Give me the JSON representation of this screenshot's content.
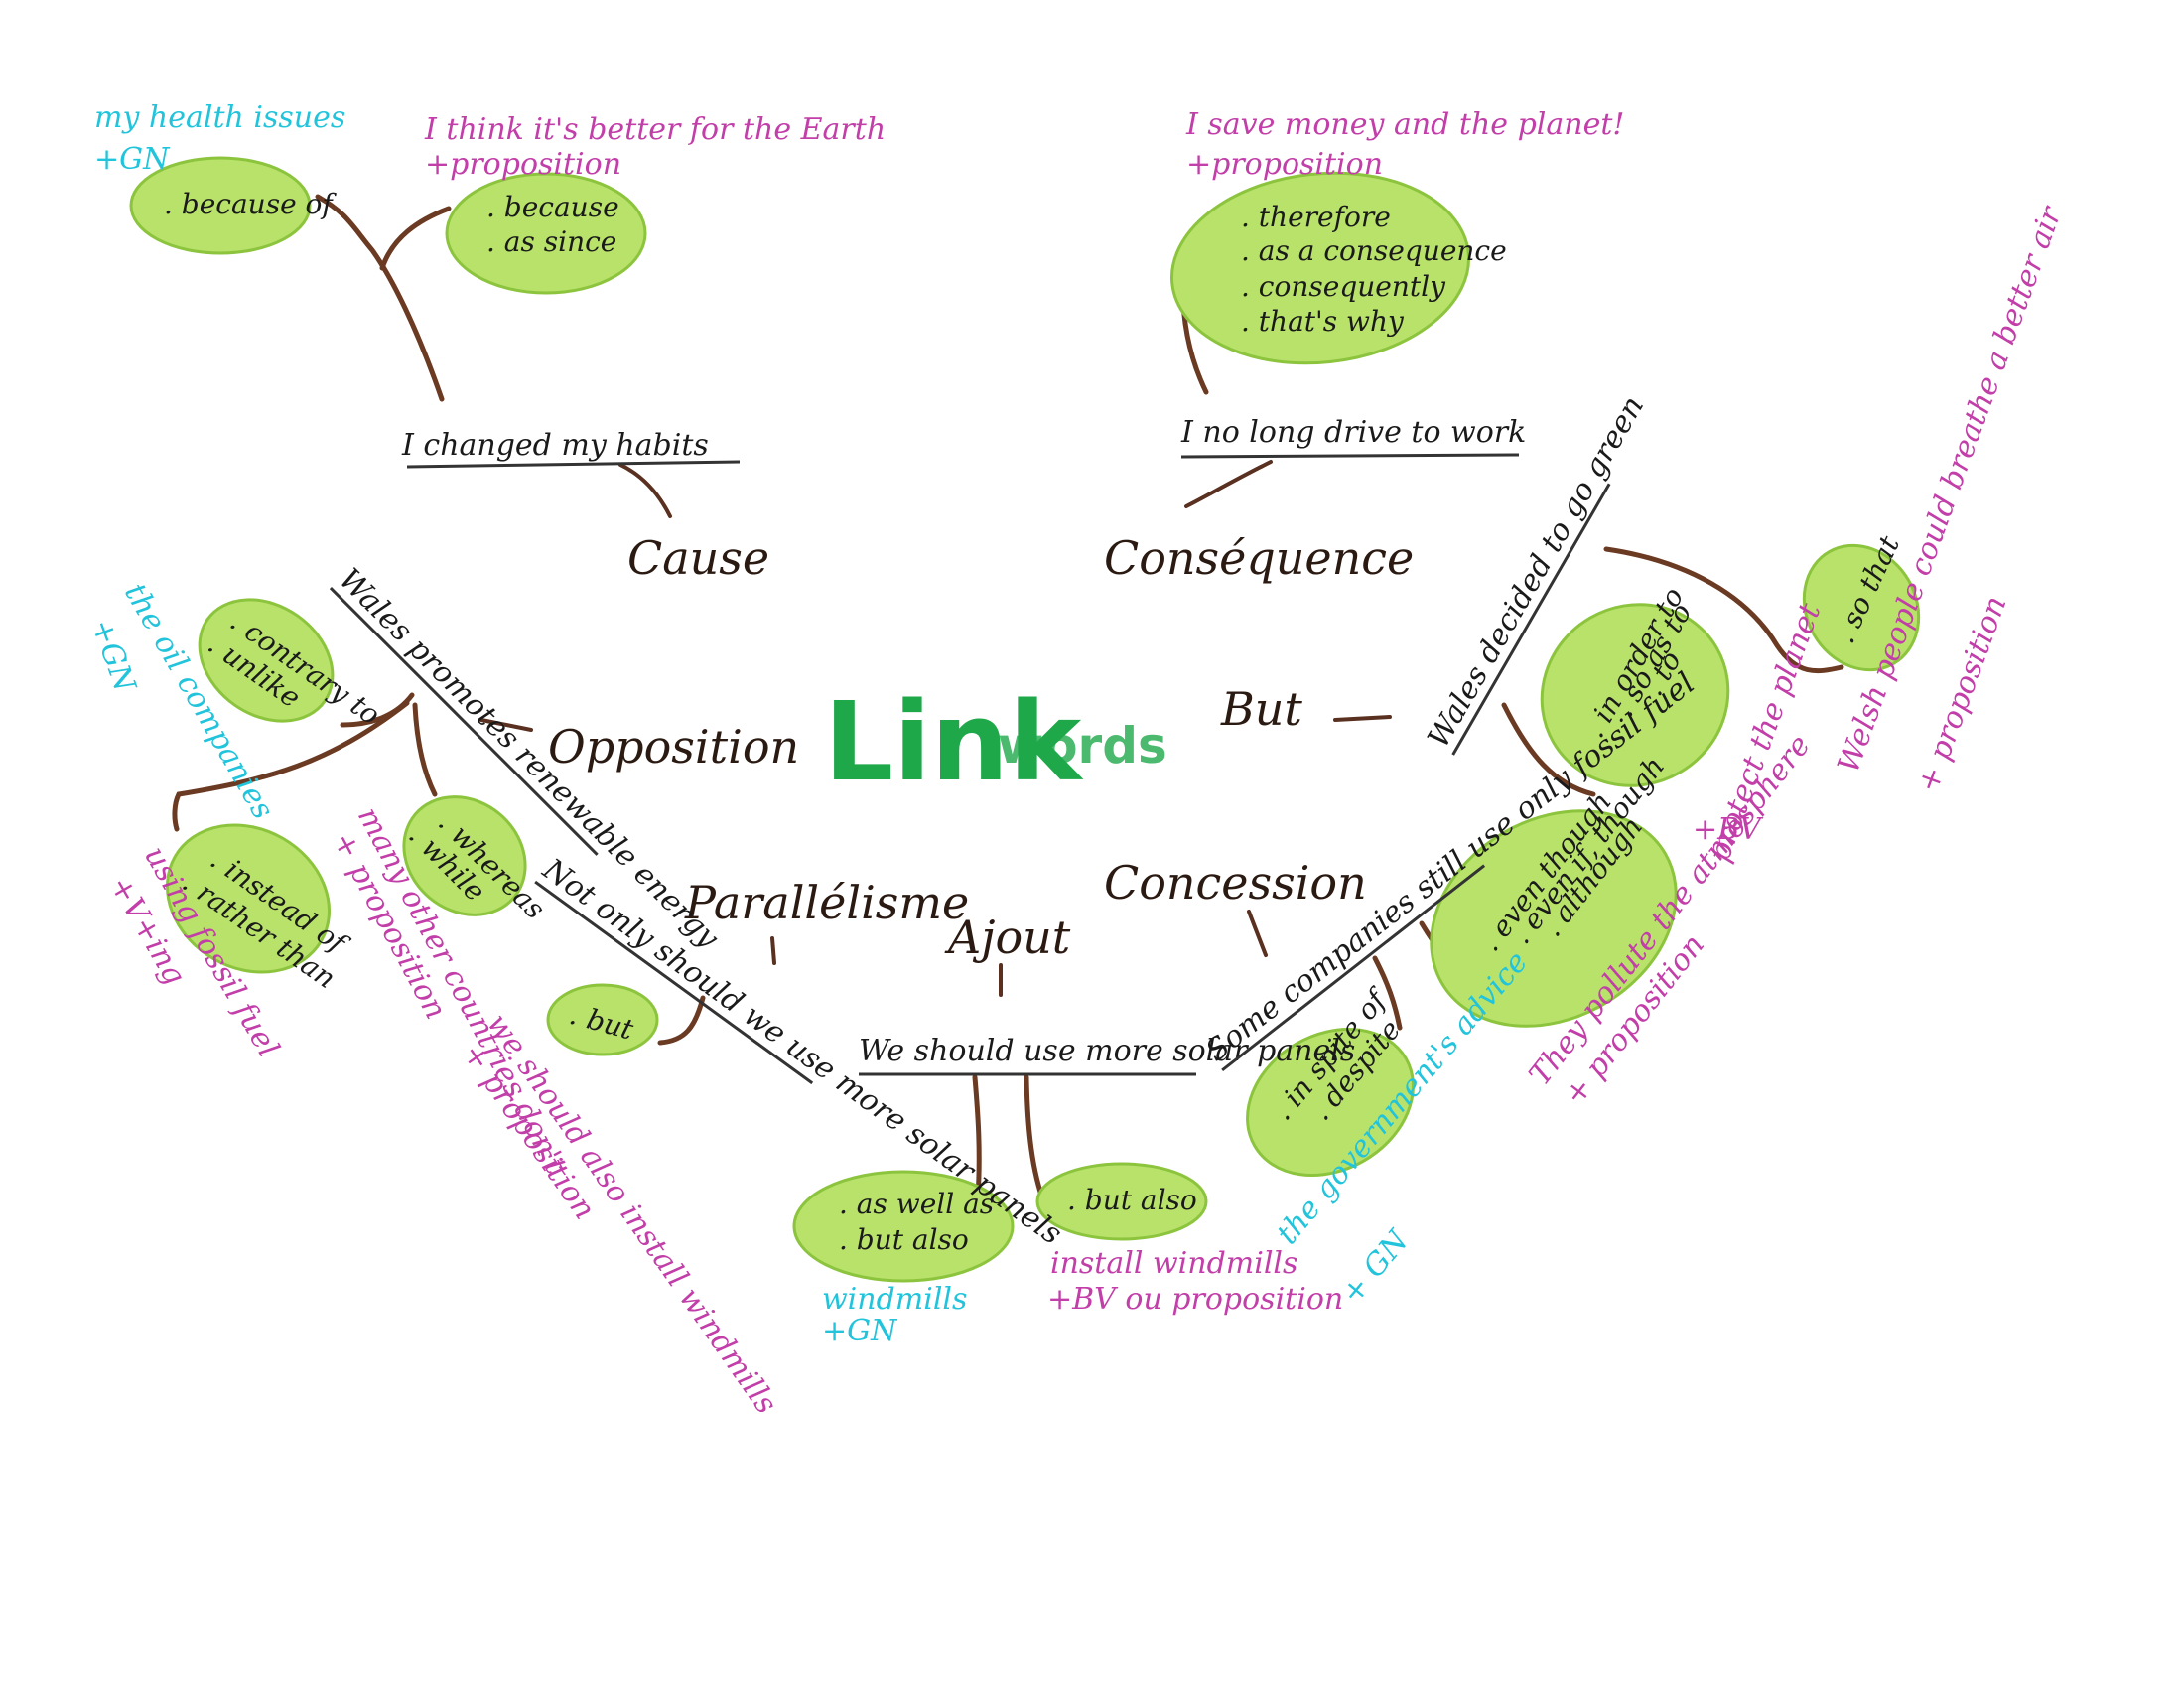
{
  "title": {
    "main": "Link",
    "sub": "words"
  },
  "colors": {
    "green_title": "#1fa84a",
    "leaf": "#b8e26a",
    "branch": "#6b3a22",
    "cyan": "#22c4dc",
    "magenta": "#c23ea8",
    "ink": "#1a1a1a"
  },
  "categories": {
    "cause": "Cause",
    "consequence": "Conséquence",
    "opposition": "Opposition",
    "but": "But",
    "parallelisme": "Parallélisme",
    "ajout": "Ajout",
    "concession": "Concession"
  },
  "sentences": {
    "cause": "I changed my habits",
    "consequence": "I no long drive to work",
    "opposition": "Wales promotes renewable energy",
    "but": "Wales decided to go green",
    "parallelisme": "Not only should we use more solar panels",
    "ajout": "We should use more solar panels",
    "concession": "Some companies still use only fossil fuel"
  },
  "leaves": {
    "cause_gn": {
      "items": [
        ". because of"
      ],
      "note": "my health issues",
      "tag": "+GN"
    },
    "cause_prop": {
      "items": [
        ". because",
        ". as since"
      ],
      "note": "I think it's better for the Earth",
      "tag": "+proposition"
    },
    "consequence": {
      "items": [
        ". therefore",
        ". as a consequence",
        ". consequently",
        ". that's why"
      ],
      "note": "I save money and the planet!",
      "tag": "+proposition"
    },
    "opp_contrary": {
      "items": [
        ". contrary to",
        ". unlike"
      ],
      "note": "the oil companies",
      "tag": "+GN"
    },
    "opp_instead": {
      "items": [
        ". instead of",
        ". rather than"
      ],
      "note": "using fossil fuel",
      "tag": "+V+ing"
    },
    "opp_whereas": {
      "items": [
        ". whereas",
        ". while"
      ],
      "note": "many other countries don't",
      "tag": "+ proposition"
    },
    "but_inorder": {
      "items": [
        ". in order to",
        ". so as to",
        ". to"
      ],
      "note": "protect the planet",
      "tag": "+BV"
    },
    "but_sothat": {
      "items": [
        ". so that"
      ],
      "note": "Welsh people could breathe a better air",
      "tag": "+ proposition"
    },
    "par_but": {
      "items": [
        ". but"
      ],
      "note": "we should also install windmills",
      "tag": "+ proposition"
    },
    "ajout_aswell": {
      "items": [
        ". as well as",
        ". but also"
      ],
      "note": "windmills",
      "tag": "+GN"
    },
    "ajout_butalso": {
      "items": [
        ". but also"
      ],
      "note": "install windmills",
      "tag": "+BV ou proposition"
    },
    "conc_inspite": {
      "items": [
        ". in spite of",
        ". despite"
      ],
      "note": "the government's advice",
      "tag": "+ GN"
    },
    "conc_eventhough": {
      "items": [
        ". even though",
        ". even if, though",
        ". although"
      ],
      "note": "They pollute the atmosphere",
      "tag": "+ proposition"
    }
  }
}
